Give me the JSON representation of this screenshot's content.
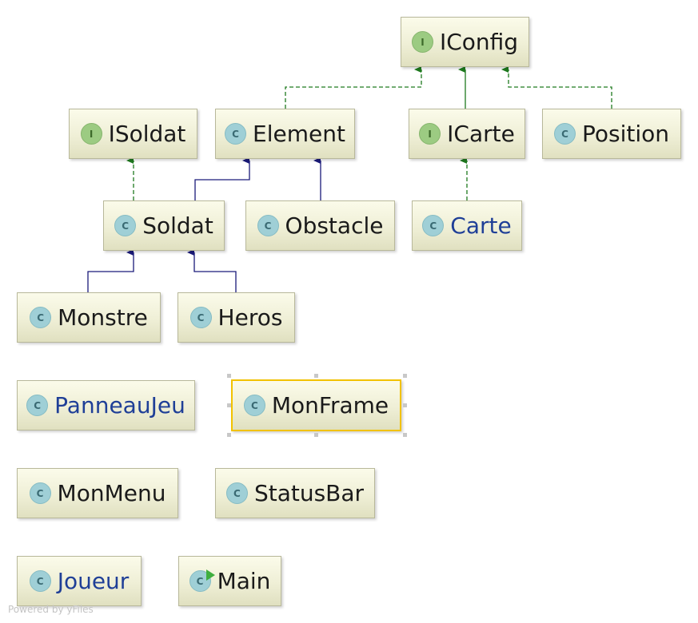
{
  "nodes": {
    "iconfig": {
      "kind": "interface",
      "letter": "I",
      "label": "IConfig"
    },
    "isoldat": {
      "kind": "interface",
      "letter": "I",
      "label": "ISoldat"
    },
    "element": {
      "kind": "class",
      "letter": "C",
      "label": "Element"
    },
    "icarte": {
      "kind": "interface",
      "letter": "I",
      "label": "ICarte"
    },
    "position": {
      "kind": "class",
      "letter": "C",
      "label": "Position"
    },
    "soldat": {
      "kind": "class",
      "letter": "C",
      "label": "Soldat"
    },
    "obstacle": {
      "kind": "class",
      "letter": "C",
      "label": "Obstacle"
    },
    "carte": {
      "kind": "class",
      "letter": "C",
      "label": "Carte"
    },
    "monstre": {
      "kind": "class",
      "letter": "C",
      "label": "Monstre"
    },
    "heros": {
      "kind": "class",
      "letter": "C",
      "label": "Heros"
    },
    "panneaujeu": {
      "kind": "class",
      "letter": "C",
      "label": "PanneauJeu"
    },
    "monframe": {
      "kind": "class",
      "letter": "C",
      "label": "MonFrame"
    },
    "monmenu": {
      "kind": "class",
      "letter": "C",
      "label": "MonMenu"
    },
    "statusbar": {
      "kind": "class",
      "letter": "C",
      "label": "StatusBar"
    },
    "joueur": {
      "kind": "class",
      "letter": "C",
      "label": "Joueur"
    },
    "main": {
      "kind": "class",
      "letter": "C",
      "label": "Main"
    }
  },
  "relations": [
    {
      "from": "element",
      "to": "iconfig",
      "type": "implements"
    },
    {
      "from": "icarte",
      "to": "iconfig",
      "type": "extends-interface"
    },
    {
      "from": "position",
      "to": "iconfig",
      "type": "implements"
    },
    {
      "from": "soldat",
      "to": "isoldat",
      "type": "implements"
    },
    {
      "from": "soldat",
      "to": "element",
      "type": "extends"
    },
    {
      "from": "obstacle",
      "to": "element",
      "type": "extends"
    },
    {
      "from": "carte",
      "to": "icarte",
      "type": "implements"
    },
    {
      "from": "monstre",
      "to": "soldat",
      "type": "extends"
    },
    {
      "from": "heros",
      "to": "soldat",
      "type": "extends"
    }
  ],
  "colors": {
    "extends_edge": "#1a1a7a",
    "implements_edge": "#1e7a1e",
    "class_badge": "#9fcfd6",
    "interface_badge": "#9ccb82",
    "selection": "#f2c200",
    "link_text": "#1f3f97"
  },
  "footer": "Powered by yFiles"
}
